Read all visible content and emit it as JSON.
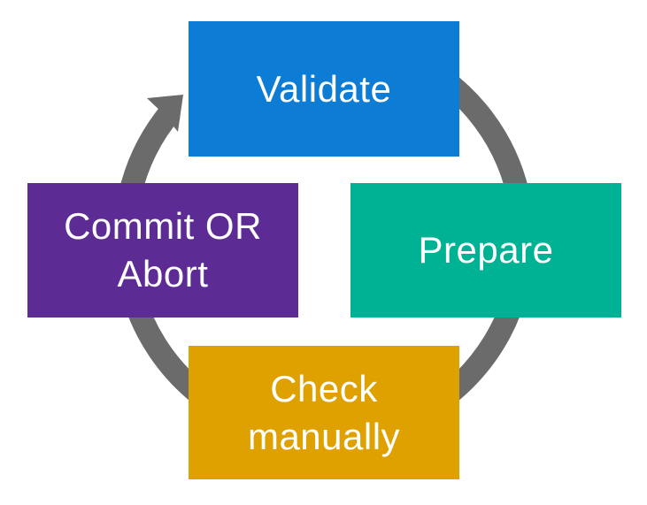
{
  "diagram": {
    "type": "cycle",
    "background_color": "#ffffff",
    "text_color": "#ffffff",
    "arrow": {
      "color": "#6b6b6b",
      "direction": "clockwise"
    },
    "nodes": {
      "validate": {
        "label": "Validate",
        "color": "#0d7cd5",
        "position": "top"
      },
      "prepare": {
        "label": "Prepare",
        "color": "#00b294",
        "position": "right"
      },
      "check_manually": {
        "label": "Check\nmanually",
        "color": "#dfa100",
        "position": "bottom"
      },
      "commit_or_abort": {
        "label": "Commit OR\nAbort",
        "color": "#5d2b94",
        "position": "left"
      }
    },
    "sequence": [
      "Validate",
      "Prepare",
      "Check manually",
      "Commit OR Abort"
    ]
  }
}
